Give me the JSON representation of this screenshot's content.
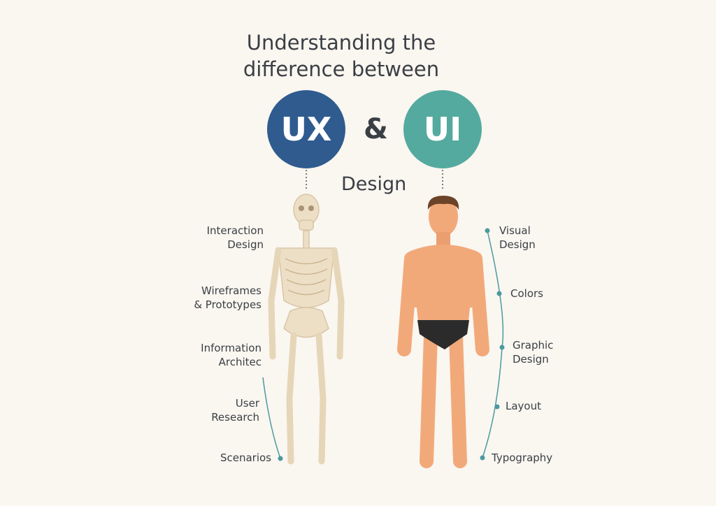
{
  "title": {
    "line1": "Understanding the",
    "line2": "difference between"
  },
  "ux": {
    "label": "UX",
    "color": "#2f5b8f"
  },
  "ampersand": "&",
  "ui": {
    "label": "UI",
    "color": "#54aa9e"
  },
  "subtitle": "Design",
  "ux_topics": [
    "Interaction\nDesign",
    "Wireframes\n& Prototypes",
    "Information\nArchitec",
    "User\nResearch",
    "Scenarios"
  ],
  "ui_topics": [
    "Visual\nDesign",
    "Colors",
    "Graphic\nDesign",
    "Layout",
    "Typography"
  ],
  "colors": {
    "accent_line": "#4a9aa0",
    "skin": "#f2a97a",
    "bone": "#eddfc6",
    "brief": "#2b2b2b"
  }
}
